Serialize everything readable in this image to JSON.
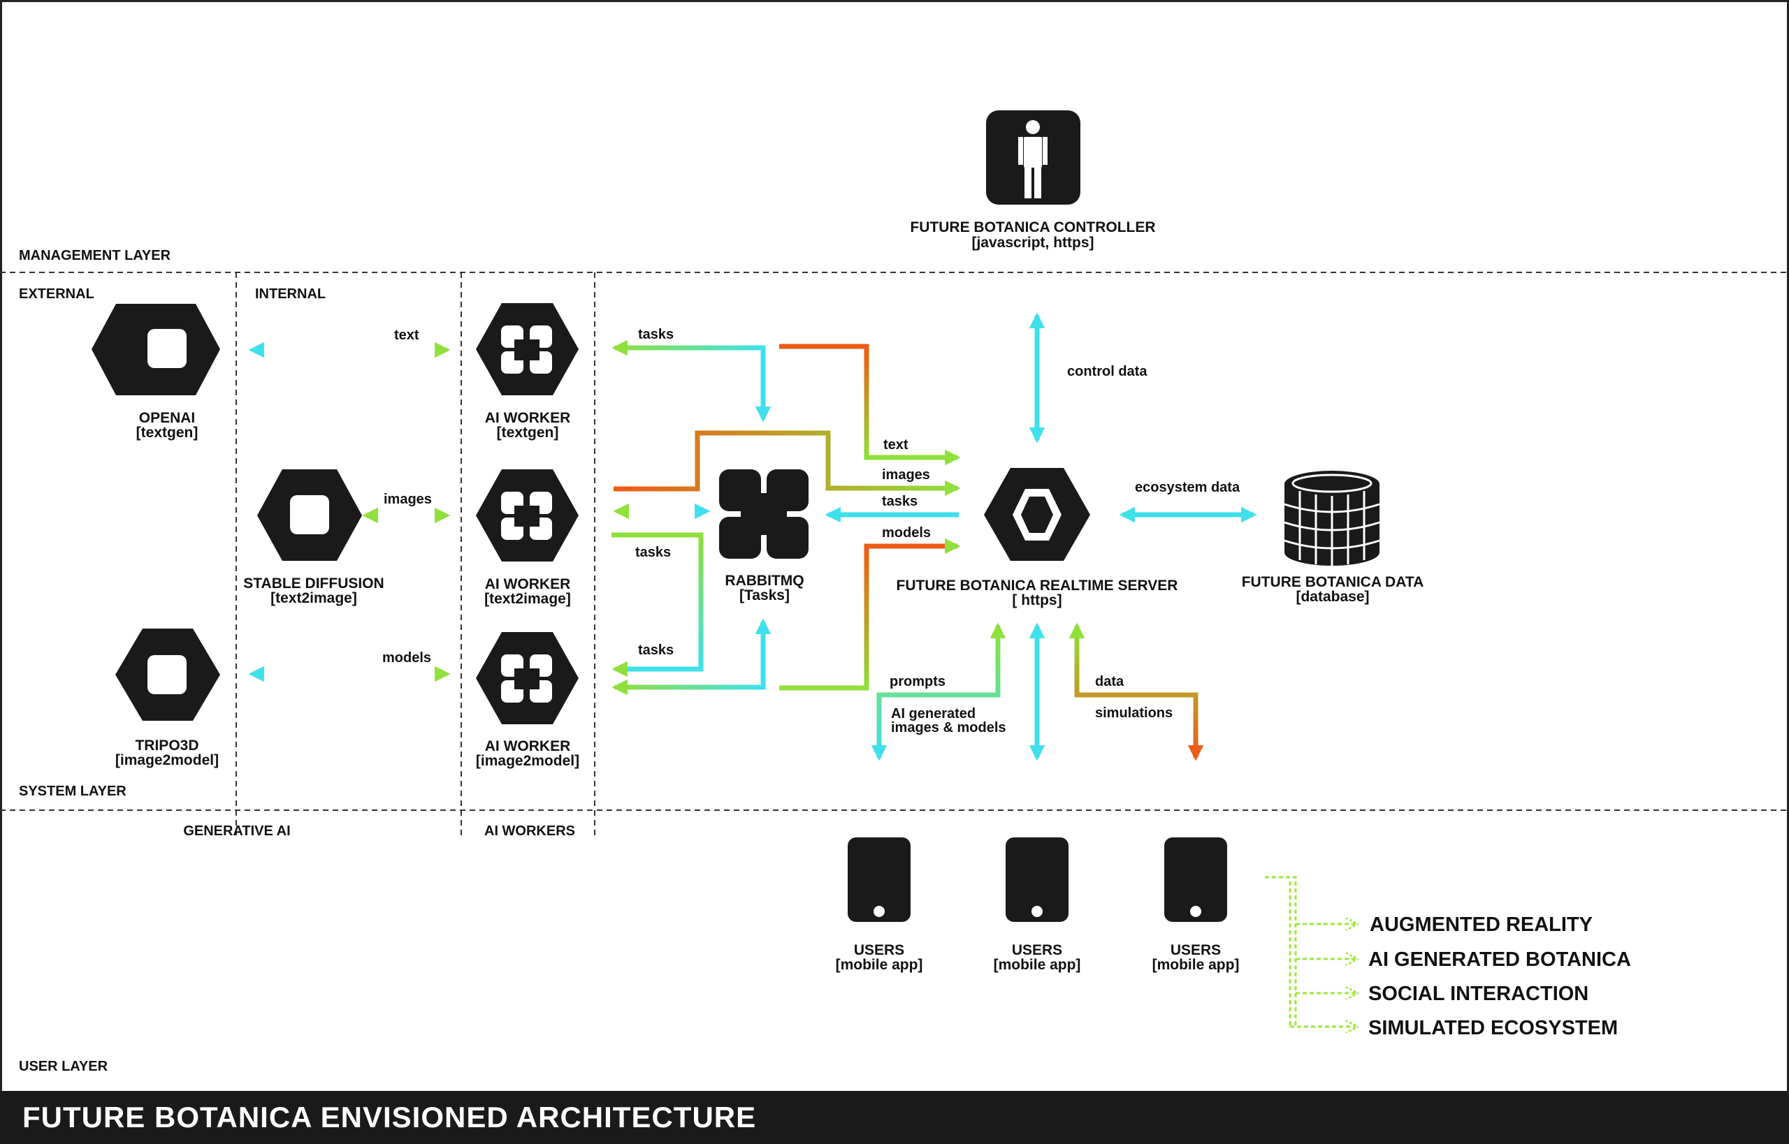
{
  "title": "FUTURE BOTANICA ENVISIONED ARCHITECTURE",
  "layers": {
    "management": "MANAGEMENT LAYER",
    "system": "SYSTEM LAYER",
    "user": "USER LAYER",
    "external": "EXTERNAL",
    "internal": "INTERNAL",
    "generative_ai": "GENERATIVE AI",
    "ai_workers": "AI WORKERS"
  },
  "nodes": {
    "controller": {
      "name": "FUTURE BOTANICA CONTROLLER",
      "detail": "[javascript, https]"
    },
    "openai": {
      "name": "OPENAI",
      "detail": "[textgen]"
    },
    "stable_diffusion": {
      "name": "STABLE DIFFUSION",
      "detail": "[text2image]"
    },
    "tripo3d": {
      "name": "TRIPO3D",
      "detail": "[image2model]"
    },
    "worker_textgen": {
      "name": "AI WORKER",
      "detail": "[textgen]"
    },
    "worker_text2image": {
      "name": "AI WORKER",
      "detail": "[text2image]"
    },
    "worker_image2model": {
      "name": "AI WORKER",
      "detail": "[image2model]"
    },
    "rabbitmq": {
      "name": "RABBITMQ",
      "detail": "[Tasks]"
    },
    "server": {
      "name": "FUTURE BOTANICA REALTIME SERVER",
      "detail": "[ https]"
    },
    "database": {
      "name": "FUTURE BOTANICA DATA",
      "detail": "[database]"
    },
    "users": [
      {
        "name": "USERS",
        "detail": "[mobile app]"
      },
      {
        "name": "USERS",
        "detail": "[mobile app]"
      },
      {
        "name": "USERS",
        "detail": "[mobile app]"
      }
    ]
  },
  "flow_labels": {
    "text": "text",
    "images": "images",
    "models": "models",
    "tasks_top": "tasks",
    "tasks_mid": "tasks",
    "tasks_bottom": "tasks",
    "server_text": "text",
    "server_images": "images",
    "server_tasks": "tasks",
    "server_models": "models",
    "control_data": "control data",
    "ecosystem_data": "ecosystem data",
    "prompts": "prompts",
    "ai_generated_1": "AI generated",
    "ai_generated_2": "images & models",
    "data": "data",
    "simulations": "simulations"
  },
  "features": [
    "AUGMENTED REALITY",
    "AI GENERATED BOTANICA",
    "SOCIAL INTERACTION",
    "SIMULATED ECOSYSTEM"
  ],
  "colors": {
    "cyan": "#3fe0ec",
    "green": "#8fe03a",
    "orange": "#ee5a16",
    "dark": "#1a1a1a",
    "feature_dash": "#9ee83c"
  }
}
